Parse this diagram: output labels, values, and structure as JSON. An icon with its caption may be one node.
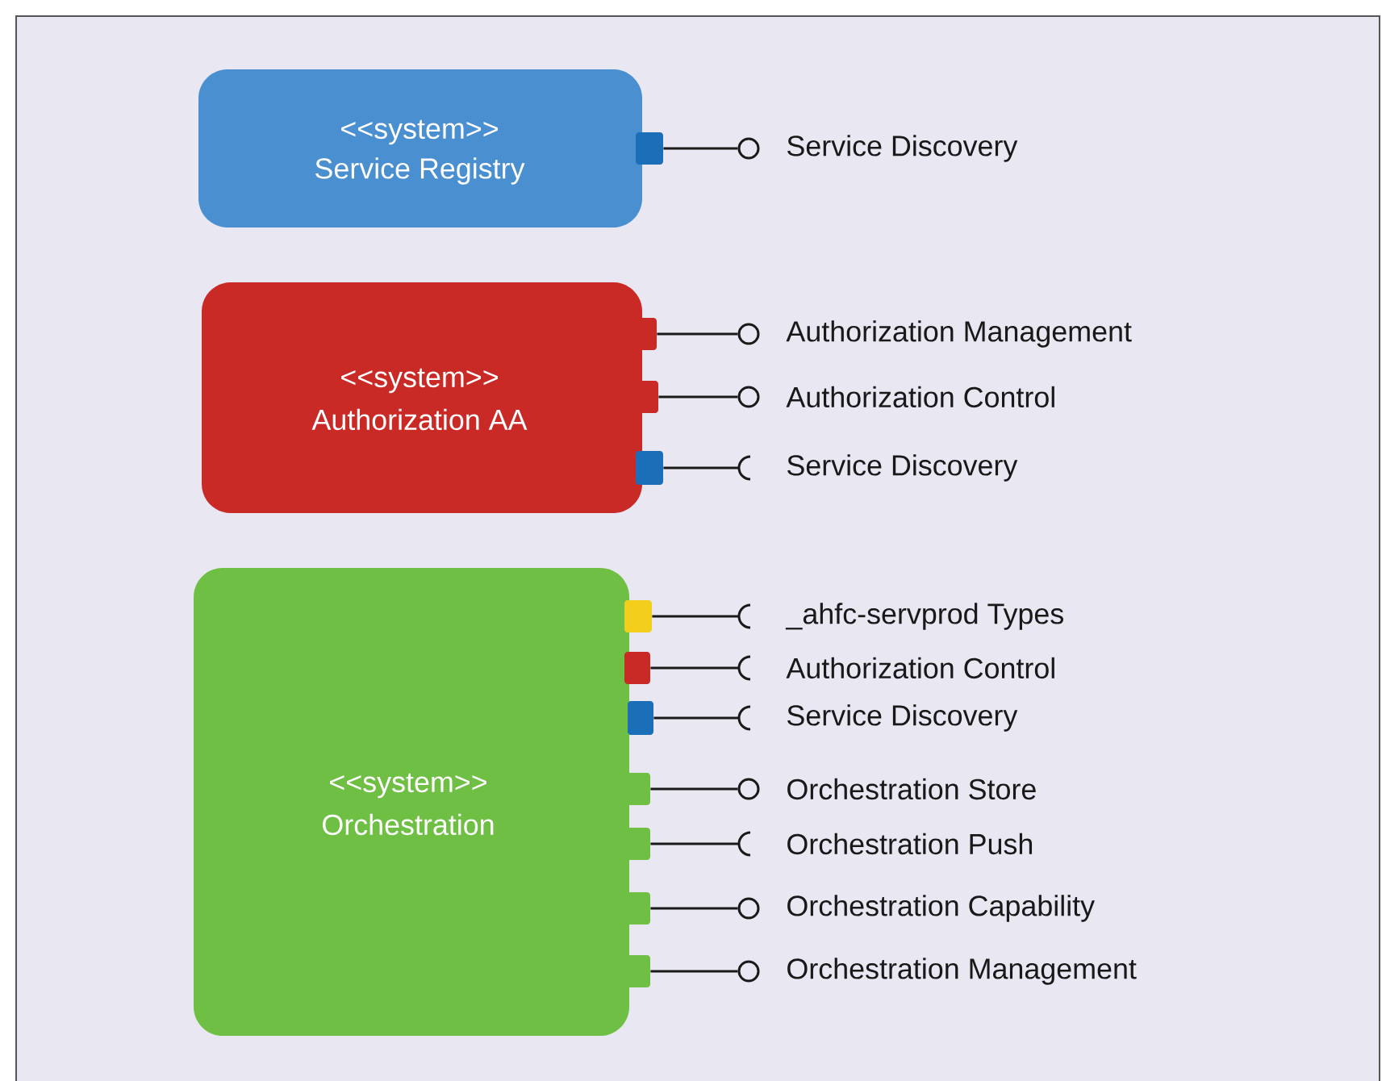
{
  "diagram": {
    "nodes": [
      {
        "text": [
          "<<system>>",
          "Service Registry"
        ]
      },
      {
        "text": [
          "<<system>>",
          "Authorization AA"
        ]
      },
      {
        "text": [
          "<<system>>",
          "Orchestration"
        ]
      },
      {
        "text": [],
        "shape": "box"
      },
      {
        "text": [],
        "shape": "circle",
        "beside": [
          "Service Discovery"
        ]
      },
      {
        "text": [],
        "shape": "box"
      },
      {
        "text": [],
        "shape": "circle",
        "beside": [
          "Authorization Management"
        ]
      },
      {
        "text": [],
        "shape": "box"
      },
      {
        "text": [],
        "shape": "circle",
        "beside": [
          "Authorization Control"
        ]
      },
      {
        "text": [],
        "shape": "box"
      },
      {
        "text": [],
        "shape": "arc",
        "beside": [
          "Service Discovery"
        ]
      },
      {
        "text": [],
        "shape": "box"
      },
      {
        "text": [],
        "shape": "arc",
        "beside": [
          "_ahfc-servprod Types"
        ]
      },
      {
        "text": [],
        "shape": "box"
      },
      {
        "text": [],
        "shape": "arc",
        "beside": [
          "Authorization Control"
        ]
      },
      {
        "text": [],
        "shape": "box"
      },
      {
        "text": [],
        "shape": "arc",
        "beside": [
          "Service Discovery"
        ]
      },
      {
        "text": [],
        "shape": "box"
      },
      {
        "text": [],
        "shape": "circle",
        "beside": [
          "Orchestration Store"
        ]
      },
      {
        "text": [],
        "shape": "box"
      },
      {
        "text": [],
        "shape": "arc",
        "beside": [
          "Orchestration Push"
        ]
      },
      {
        "text": [],
        "shape": "box"
      },
      {
        "text": [],
        "shape": "circle",
        "beside": [
          "Orchestration Capability"
        ]
      },
      {
        "text": [],
        "shape": "box"
      },
      {
        "text": [],
        "shape": "circle",
        "beside": [
          "Orchestration Management"
        ]
      }
    ],
    "edges": [
      {
        "from": 3,
        "to": 4,
        "arrow": "none"
      },
      {
        "from": 5,
        "to": 6,
        "arrow": "none"
      },
      {
        "from": 7,
        "to": 8,
        "arrow": "none"
      },
      {
        "from": 9,
        "to": 10,
        "arrow": "none"
      },
      {
        "from": 11,
        "to": 12,
        "arrow": "none"
      },
      {
        "from": 13,
        "to": 14,
        "arrow": "none"
      },
      {
        "from": 15,
        "to": 16,
        "arrow": "none"
      },
      {
        "from": 17,
        "to": 18,
        "arrow": "none"
      },
      {
        "from": 19,
        "to": 20,
        "arrow": "none"
      },
      {
        "from": 21,
        "to": 22,
        "arrow": "none"
      },
      {
        "from": 23,
        "to": 24,
        "arrow": "none"
      }
    ]
  }
}
